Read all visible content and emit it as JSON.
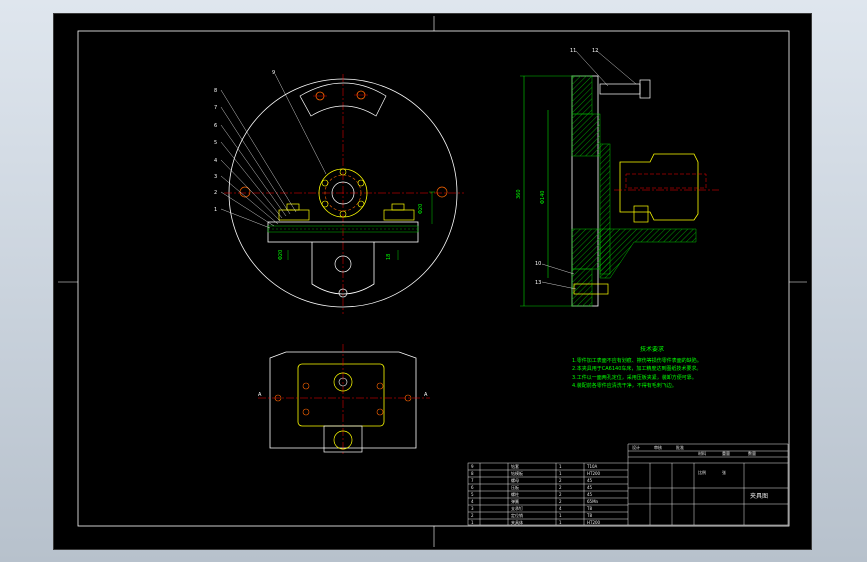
{
  "drawing": {
    "title_block": {
      "name": "夹具图",
      "labels": {
        "designer": "设计",
        "checker": "审核",
        "approver": "批准",
        "scale": "比例",
        "sheet": "张",
        "material": "材料",
        "weight": "重量",
        "qty": "数量"
      },
      "parts_list": [
        {
          "no": "9",
          "name": "钻套",
          "qty": "1",
          "material": "T10A"
        },
        {
          "no": "8",
          "name": "钻模板",
          "qty": "1",
          "material": "HT200"
        },
        {
          "no": "7",
          "name": "螺母",
          "qty": "2",
          "material": "45"
        },
        {
          "no": "6",
          "name": "压板",
          "qty": "2",
          "material": "45"
        },
        {
          "no": "5",
          "name": "螺柱",
          "qty": "2",
          "material": "45"
        },
        {
          "no": "4",
          "name": "弹簧",
          "qty": "2",
          "material": "65Mn"
        },
        {
          "no": "3",
          "name": "支承钉",
          "qty": "4",
          "material": "T8"
        },
        {
          "no": "2",
          "name": "定位销",
          "qty": "1",
          "material": "T8"
        },
        {
          "no": "1",
          "name": "夹具体",
          "qty": "1",
          "material": "HT200"
        }
      ]
    },
    "tech_requirements": {
      "heading": "技术要求",
      "items": [
        "1.零件加工表面不应有划痕、擦伤等损伤零件表面的缺陷。",
        "2.本夹具用于CA6140车床，加工精度达到图纸技术要求。",
        "3.工件以一面两孔定位，采用压板夹紧，装卸方便可靠。",
        "4.装配前各零件应清洗干净，不得有毛刺飞边。"
      ]
    },
    "dimensions": {
      "overall_height": "360",
      "bore_dia": "Φ140",
      "hole_dia": "Φ20",
      "slot_width": "18",
      "offset": "Φ20"
    },
    "balloons": [
      "1",
      "2",
      "3",
      "4",
      "5",
      "6",
      "7",
      "8",
      "9",
      "10",
      "11",
      "12",
      "13"
    ],
    "section_labels": {
      "a": "A",
      "b": "A"
    },
    "colors": {
      "outline": "#ffffff",
      "center": "#ff0000",
      "dimension": "#00ff00",
      "part": "#ffff00",
      "hatch": "#00c000",
      "body": "#e8e8e8"
    }
  }
}
